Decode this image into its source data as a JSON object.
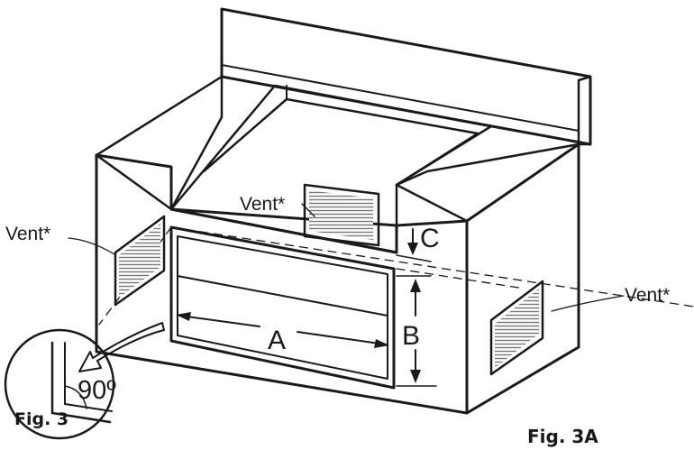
{
  "labels": {
    "vent_left": "Vent*",
    "vent_back": "Vent*",
    "vent_right": "Vent*",
    "dim_a": "A",
    "dim_b": "B",
    "dim_c": "C",
    "angle": "90º",
    "fig_inset": "Fig. 3",
    "fig_main": "Fig. 3A"
  },
  "colors": {
    "ink": "#1a1a1a",
    "face_shade": "#e6e6e6",
    "vent_hatch": "#777777"
  }
}
